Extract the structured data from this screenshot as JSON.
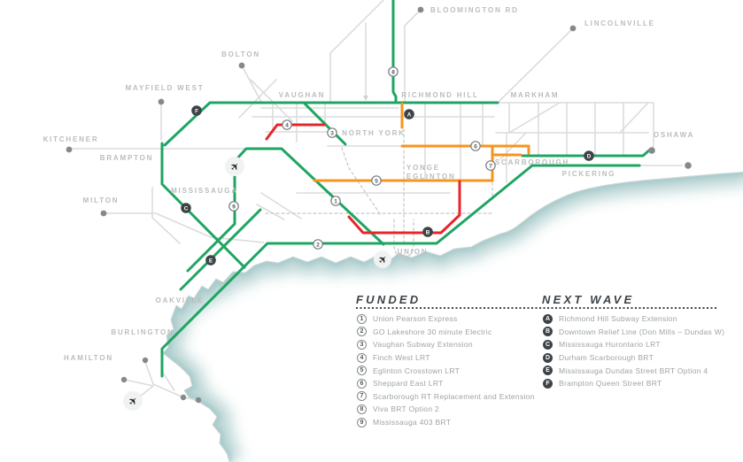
{
  "colors": {
    "green": "#1FA563",
    "orange": "#F7941E",
    "red": "#E8252B",
    "dark": "#3E4347",
    "road": "#DCDCDC",
    "dashed": "#C6C8C9",
    "label": "#B9BDBF",
    "dot": "#85898B",
    "legendtext": "#9EA3A6"
  },
  "icons": {
    "airplane": "✈"
  },
  "map": {
    "labels": [
      {
        "text": "BLOOMINGTON RD"
      },
      {
        "text": "LINCOLNVILLE"
      },
      {
        "text": "BOLTON"
      },
      {
        "text": "MAYFIELD WEST"
      },
      {
        "text": "VAUGHAN"
      },
      {
        "text": "RICHMOND HILL"
      },
      {
        "text": "MARKHAM"
      },
      {
        "text": "KITCHENER"
      },
      {
        "text": "BRAMPTON"
      },
      {
        "text": "OSHAWA"
      },
      {
        "text": "NORTH YORK"
      },
      {
        "text": "YONGE"
      },
      {
        "text": "EGLINTON"
      },
      {
        "text": "SCARBOROUGH"
      },
      {
        "text": "PICKERING"
      },
      {
        "text": "MISSISSAUGA"
      },
      {
        "text": "MILTON"
      },
      {
        "text": "UNION"
      },
      {
        "text": "OAKVILLE"
      },
      {
        "text": "BURLINGTON"
      },
      {
        "text": "HAMILTON"
      }
    ],
    "funded_markers": [
      {
        "n": "1"
      },
      {
        "n": "2"
      },
      {
        "n": "3"
      },
      {
        "n": "4"
      },
      {
        "n": "5"
      },
      {
        "n": "6"
      },
      {
        "n": "7"
      },
      {
        "n": "8"
      },
      {
        "n": "9"
      }
    ],
    "next_markers": [
      {
        "n": "A"
      },
      {
        "n": "B"
      },
      {
        "n": "C"
      },
      {
        "n": "D"
      },
      {
        "n": "E"
      },
      {
        "n": "F"
      }
    ]
  },
  "legend": {
    "funded": {
      "title": "FUNDED",
      "items": [
        {
          "n": "1",
          "label": "Union Pearson Express"
        },
        {
          "n": "2",
          "label": "GO Lakeshore 30 minute Electric"
        },
        {
          "n": "3",
          "label": "Vaughan Subway Extension"
        },
        {
          "n": "4",
          "label": "Finch West LRT"
        },
        {
          "n": "5",
          "label": "Eglinton Crosstown LRT"
        },
        {
          "n": "6",
          "label": "Sheppard East LRT"
        },
        {
          "n": "7",
          "label": "Scarborough RT Replacement and Extension"
        },
        {
          "n": "8",
          "label": "Viva BRT Option 2"
        },
        {
          "n": "9",
          "label": "Mississauga 403 BRT"
        }
      ]
    },
    "next_wave": {
      "title": "NEXT WAVE",
      "items": [
        {
          "n": "A",
          "label": "Richmond Hill Subway Extension"
        },
        {
          "n": "B",
          "label": "Downtown Relief Line (Don Mills – Dundas W)"
        },
        {
          "n": "C",
          "label": "Mississauga Hurontario LRT"
        },
        {
          "n": "D",
          "label": "Durham Scarborough BRT"
        },
        {
          "n": "E",
          "label": "Mississauga Dundas Street BRT Option 4"
        },
        {
          "n": "F",
          "label": "Brampton Queen Street BRT"
        }
      ]
    }
  }
}
